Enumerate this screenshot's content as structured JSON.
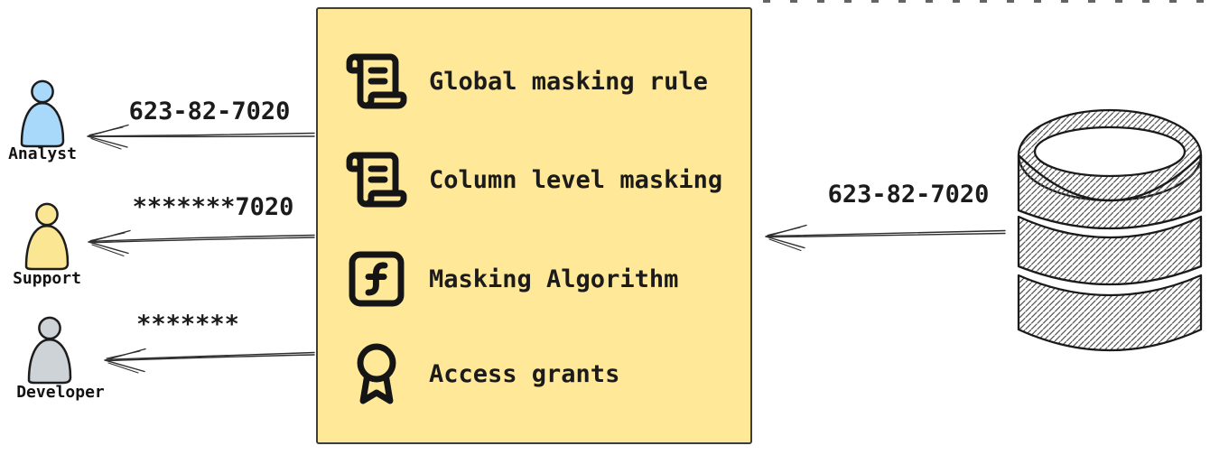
{
  "diagram": {
    "consumers": [
      {
        "name": "Analyst",
        "received_value": "623-82-7020",
        "fill": "#a8d8fa"
      },
      {
        "name": "Support",
        "received_value": "*******7020",
        "fill": "#fbe694"
      },
      {
        "name": "Developer",
        "received_value": "*******",
        "fill": "#ced3d8"
      }
    ],
    "masking_box": {
      "background": "#ffe897",
      "border_color": "#3d3d3d",
      "items": [
        {
          "icon": "scroll-text-icon",
          "label": "Global masking rule"
        },
        {
          "icon": "scroll-text-icon",
          "label": "Column level masking"
        },
        {
          "icon": "square-function-icon",
          "label": "Masking Algorithm"
        },
        {
          "icon": "award-icon",
          "label": "Access grants"
        }
      ]
    },
    "database": {
      "icon": "database-icon",
      "source_value": "623-82-7020"
    },
    "colors": {
      "ink": "#1b1b1b",
      "arrow": "#2e2e2e",
      "hatch": "#555555"
    }
  }
}
